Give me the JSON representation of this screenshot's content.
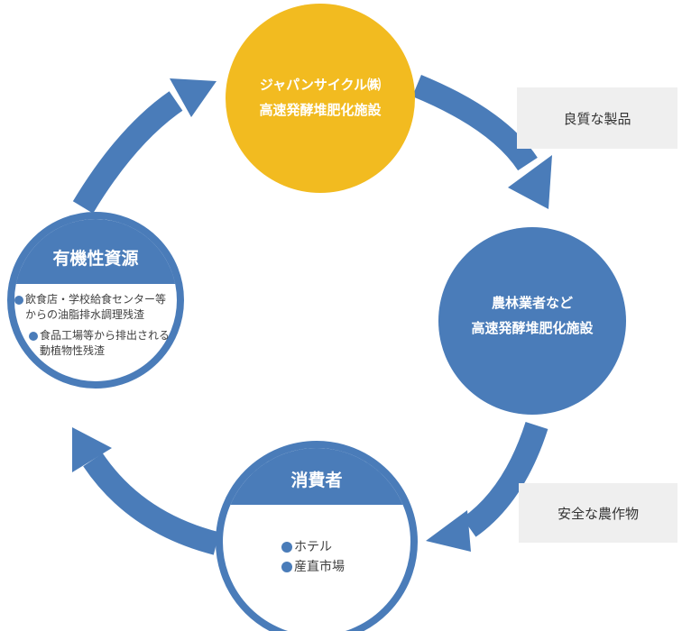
{
  "colors": {
    "blue": "#4a7cb9",
    "yellow": "#f2bb20",
    "white": "#ffffff",
    "box_bg": "#efefef",
    "text_dark": "#3f3f3f"
  },
  "nodes": {
    "top": {
      "line1": "ジャパンサイクル㈱",
      "line2": "高速発酵堆肥化施設"
    },
    "right": {
      "line1": "農林業者など",
      "line2": "高速発酵堆肥化施設"
    },
    "bottom": {
      "title": "消費者",
      "items": [
        "ホテル",
        "産直市場"
      ]
    },
    "left": {
      "title": "有機性資源",
      "item1_line1": "飲食店・学校給食センター等",
      "item1_line2": "からの油脂排水調理残渣",
      "item2_line1": "食品工場等から排出される",
      "item2_line2": "動植物性残渣"
    }
  },
  "side_labels": {
    "upper_right": "良質な製品",
    "lower_right": "安全な農作物"
  }
}
